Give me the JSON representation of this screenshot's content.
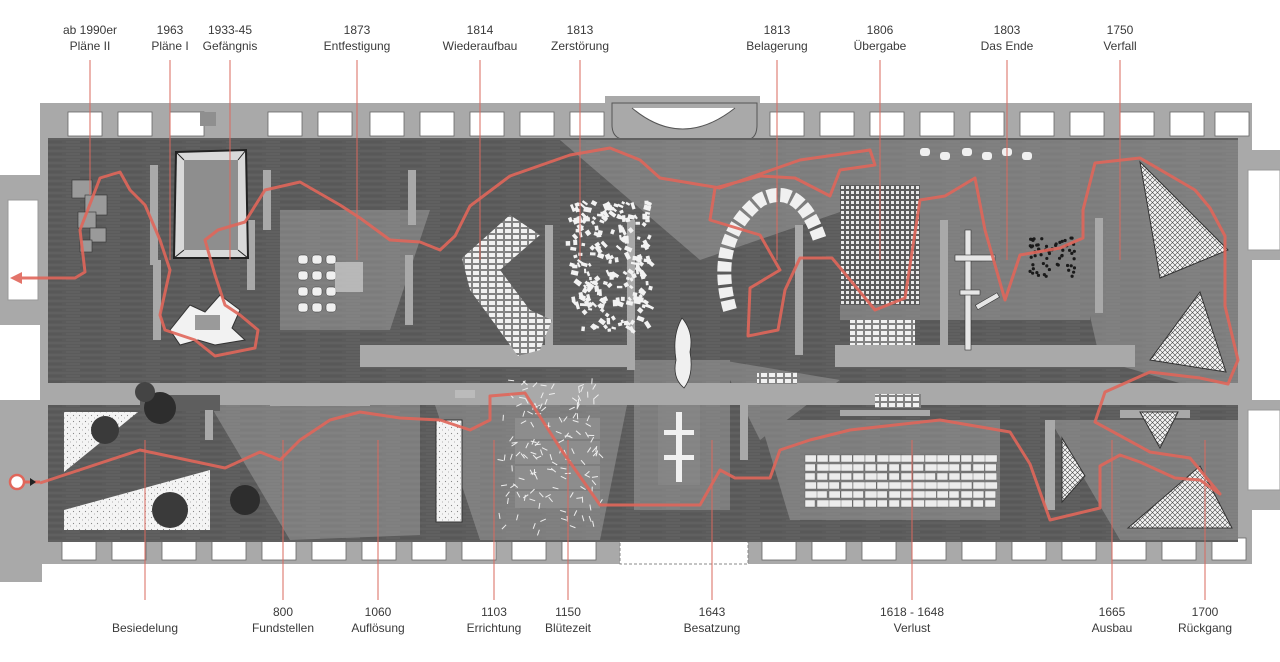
{
  "diagram": {
    "colors": {
      "wall": "#a9a9a9",
      "floor": "#5e5e5e",
      "route": "#e0665a",
      "leader": "#d9695e",
      "text": "#3a3a3a"
    },
    "top_labels": [
      {
        "year": "ab 1990er",
        "name": "Pläne II"
      },
      {
        "year": "1963",
        "name": "Pläne I"
      },
      {
        "year": "1933-45",
        "name": "Gefängnis"
      },
      {
        "year": "1873",
        "name": "Entfestigung"
      },
      {
        "year": "1814",
        "name": "Wiederaufbau"
      },
      {
        "year": "1813",
        "name": "Zerstörung"
      },
      {
        "year": "1813",
        "name": "Belagerung"
      },
      {
        "year": "1806",
        "name": "Übergabe"
      },
      {
        "year": "1803",
        "name": "Das Ende"
      },
      {
        "year": "1750",
        "name": "Verfall"
      }
    ],
    "bottom_labels": [
      {
        "year": "",
        "name": "Besiedelung"
      },
      {
        "year": "800",
        "name": "Fundstellen"
      },
      {
        "year": "1060",
        "name": "Auflösung"
      },
      {
        "year": "1103",
        "name": "Errichtung"
      },
      {
        "year": "1150",
        "name": "Blütezeit"
      },
      {
        "year": "1643",
        "name": "Besatzung"
      },
      {
        "year": "1618 - 1648",
        "name": "Verlust"
      },
      {
        "year": "1665",
        "name": "Ausbau"
      },
      {
        "year": "1700",
        "name": "Rückgang"
      }
    ]
  }
}
